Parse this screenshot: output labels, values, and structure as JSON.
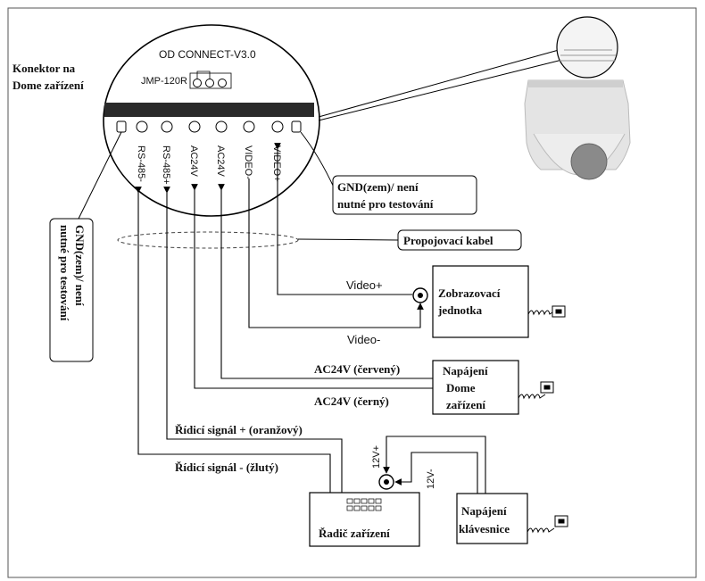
{
  "connector": {
    "title": "OD CONNECT-V3.0",
    "jumper": "JMP-120R",
    "side_label": [
      "Konektor na",
      "Dome zařízení"
    ],
    "pins": [
      "RS-485-",
      "RS-485+",
      "AC24V",
      "AC24V",
      "VIDEO-",
      "VIDEO+"
    ]
  },
  "callouts": {
    "gnd_right": [
      "GND(zem)/ není",
      "nutné pro testování"
    ],
    "gnd_left": [
      "GND(zem)/ není",
      "nutné pro testování"
    ],
    "cable": "Propojovací kabel"
  },
  "wires": {
    "video_plus": "Video+",
    "video_minus": "Video-",
    "ac_red": "AC24V (červený)",
    "ac_black": "AC24V (černý)",
    "ctrl_plus": "Řídicí signál + (oranžový)",
    "ctrl_minus": "Řídicí signál - (žlutý)",
    "v12_plus": "12V+",
    "v12_minus": "12V-"
  },
  "devices": {
    "display": [
      "Zobrazovací",
      "jednotka"
    ],
    "dome_power": [
      "Napájení",
      "Dome",
      "zařízení"
    ],
    "controller": "Řadič zařízení",
    "keyboard_power": [
      "Napájení",
      "klávesnice"
    ]
  }
}
